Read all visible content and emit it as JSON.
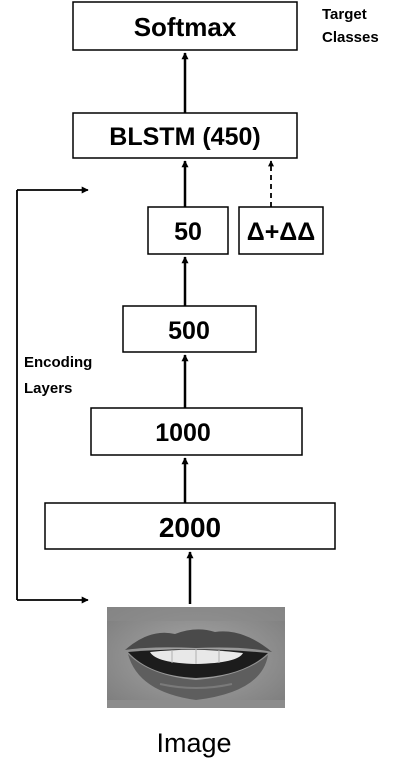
{
  "diagram": {
    "softmax_label": "Softmax",
    "target_line1": "Target",
    "target_line2": "Classes",
    "blstm_label": "BLSTM (450)",
    "layer50_label": "50",
    "delta_label": "Δ+ΔΔ",
    "layer500_label": "500",
    "encoding_line1": "Encoding",
    "encoding_line2": "Layers",
    "layer1000_label": "1000",
    "layer2000_label": "2000",
    "image_caption": "Image"
  }
}
